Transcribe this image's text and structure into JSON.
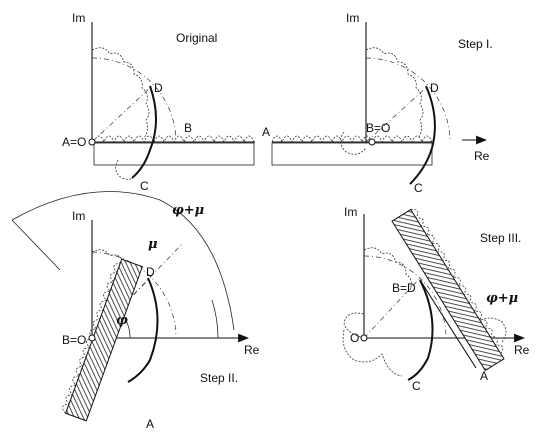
{
  "panels": {
    "original": {
      "title": "Original",
      "axis_im": "Im",
      "labels": {
        "a_o": "A=O",
        "b": "B",
        "c": "C",
        "d": "D"
      }
    },
    "step1": {
      "title": "Step I.",
      "axis_im": "Im",
      "axis_re": "Re",
      "labels": {
        "a": "A",
        "b_o": "B=O",
        "c": "C",
        "d": "D"
      }
    },
    "step2": {
      "title": "Step II.",
      "axis_im": "Im",
      "axis_re": "Re",
      "labels": {
        "b_o": "B=O",
        "d": "D",
        "a": "A",
        "phi": "φ",
        "mu": "μ",
        "phi_mu": "φ+μ"
      }
    },
    "step3": {
      "title": "Step III.",
      "axis_im": "Im",
      "axis_re": "Re",
      "labels": {
        "b_d": "B=D",
        "o": "O",
        "c": "C",
        "a": "A",
        "phi_mu": "φ+μ"
      }
    }
  },
  "colors": {
    "ink": "#111111",
    "slab_fill": "#9a9a9a",
    "hatch": "#333333",
    "background": "#ffffff"
  }
}
